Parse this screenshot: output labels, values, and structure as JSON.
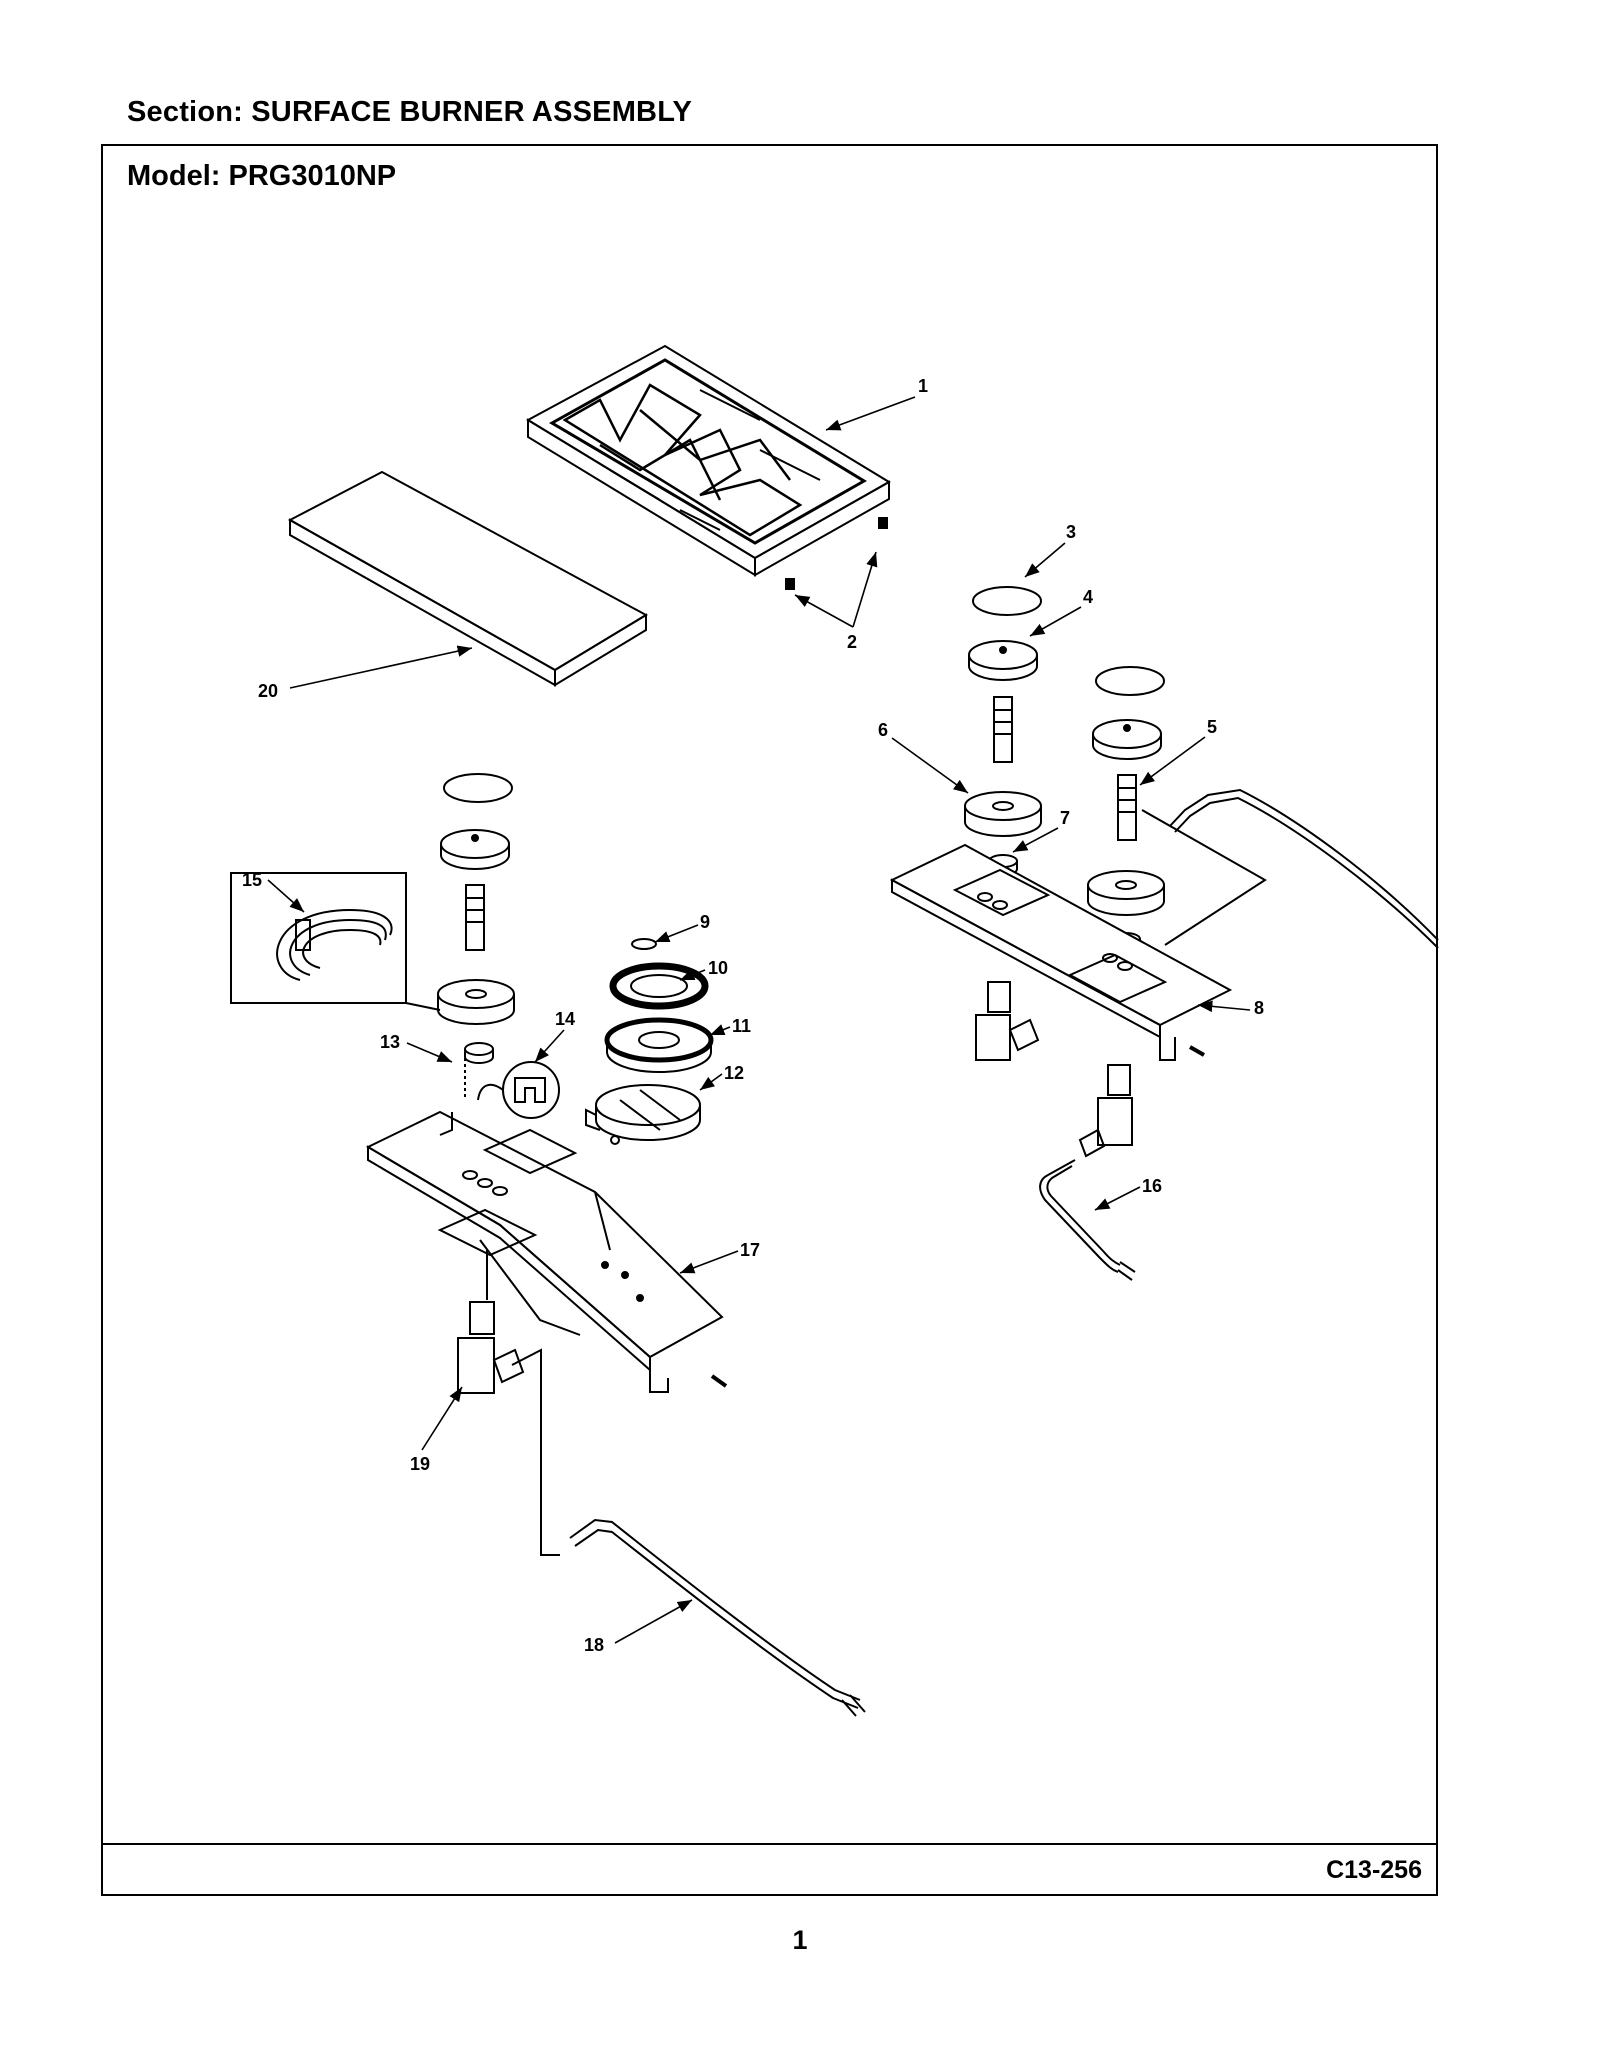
{
  "header": {
    "section_label": "Section:  SURFACE BURNER ASSEMBLY",
    "model_label": "Model:  PRG3010NP"
  },
  "footer": {
    "diagram_code": "C13-256",
    "page_number": "1"
  },
  "callouts": [
    {
      "id": "c1",
      "text": "1"
    },
    {
      "id": "c2",
      "text": "2"
    },
    {
      "id": "c3",
      "text": "3"
    },
    {
      "id": "c4",
      "text": "4"
    },
    {
      "id": "c5",
      "text": "5"
    },
    {
      "id": "c6",
      "text": "6"
    },
    {
      "id": "c7",
      "text": "7"
    },
    {
      "id": "c8",
      "text": "8"
    },
    {
      "id": "c9",
      "text": "9"
    },
    {
      "id": "c10",
      "text": "10"
    },
    {
      "id": "c11",
      "text": "11"
    },
    {
      "id": "c12",
      "text": "12"
    },
    {
      "id": "c13",
      "text": "13"
    },
    {
      "id": "c14",
      "text": "14"
    },
    {
      "id": "c15",
      "text": "15"
    },
    {
      "id": "c16",
      "text": "16"
    },
    {
      "id": "c17",
      "text": "17"
    },
    {
      "id": "c18",
      "text": "18"
    },
    {
      "id": "c19",
      "text": "19"
    },
    {
      "id": "c20",
      "text": "20"
    }
  ]
}
